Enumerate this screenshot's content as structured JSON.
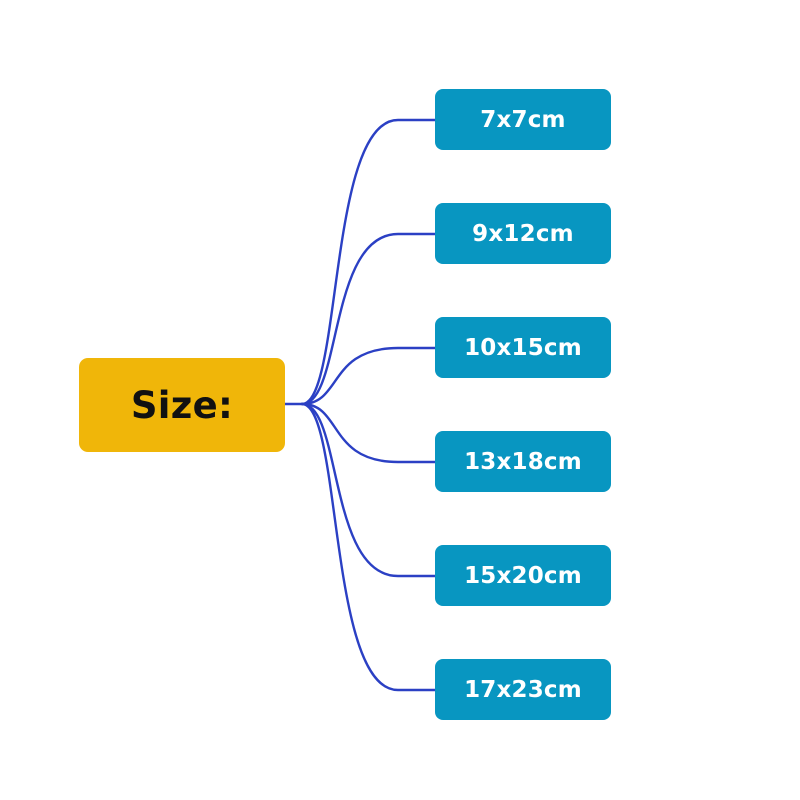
{
  "colors": {
    "root_fill": "#F0B609",
    "leaf_fill": "#0896C1",
    "connector": "#2B40C4"
  },
  "root": {
    "label": "Size:"
  },
  "branches": [
    {
      "label": "7x7cm"
    },
    {
      "label": "9x12cm"
    },
    {
      "label": "10x15cm"
    },
    {
      "label": "13x18cm"
    },
    {
      "label": "15x20cm"
    },
    {
      "label": "17x23cm"
    }
  ]
}
